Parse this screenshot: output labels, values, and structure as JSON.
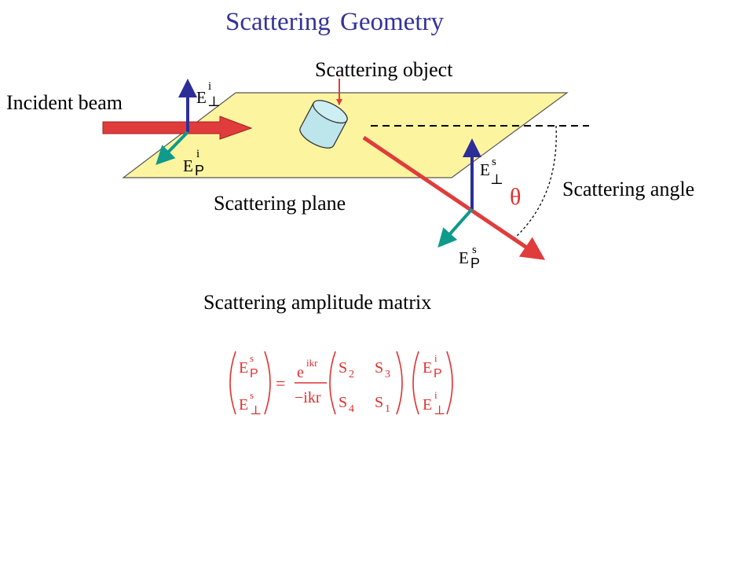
{
  "title": "Scattering Geometry",
  "labels": {
    "scattering_object": "Scattering object",
    "incident_beam": "Incident beam",
    "scattering_plane": "Scattering plane",
    "scattering_angle": "Scattering angle",
    "theta": "θ",
    "amplitude_matrix": "Scattering amplitude matrix"
  },
  "field_labels": {
    "E": "E",
    "perp": "⊥",
    "par": "P",
    "incident_sup": "i",
    "scattered_sup": "s"
  },
  "equation": {
    "E": "E",
    "perp": "⊥",
    "par": "P",
    "s": "s",
    "i": "i",
    "equals": "=",
    "numerator": "e",
    "exponent": "ikr",
    "denominator": "−ikr",
    "S": "S",
    "S2_sub": "2",
    "S3_sub": "3",
    "S4_sub": "4",
    "S1_sub": "1"
  },
  "colors": {
    "title": "#33339a",
    "plane_fill": "#fdf4a0",
    "beam": "#e03c3c",
    "perp_vector": "#2d2d9a",
    "par_vector": "#0e9a8c",
    "object_fill": "#bde6ec",
    "equation": "#e03030"
  }
}
